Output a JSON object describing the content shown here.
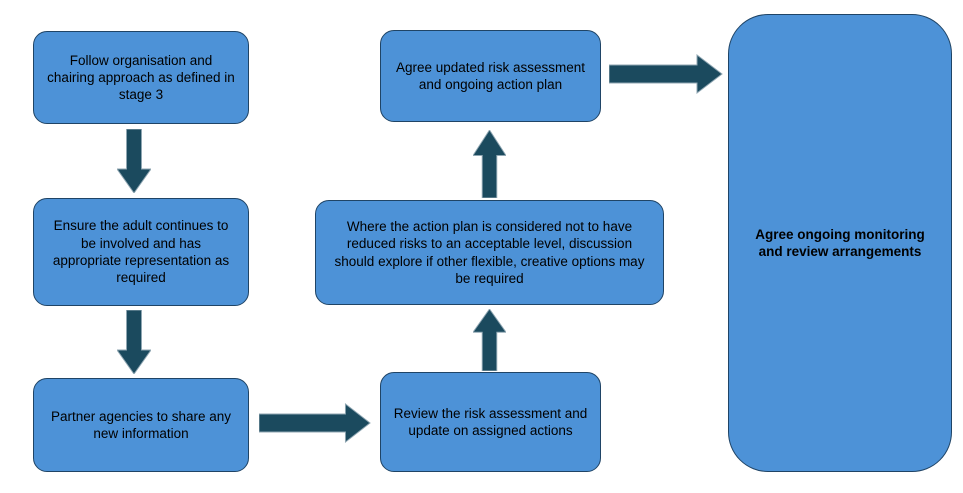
{
  "diagram": {
    "type": "flowchart",
    "colors": {
      "background": "#FFFFFF",
      "node_fill": "#4D92D7",
      "node_border": "#1F4466",
      "arrow_fill": "#1B4A5E",
      "arrow_stroke": "#8FA6B2",
      "text": "#000000"
    },
    "nodes": [
      {
        "id": "follow-organisation",
        "label": "Follow organisation and chairing approach as defined in stage 3",
        "bold": false
      },
      {
        "id": "ensure-adult-involved",
        "label": "Ensure the adult continues to be involved and has appropriate representation as required",
        "bold": false
      },
      {
        "id": "partner-agencies",
        "label": "Partner agencies to share any new information",
        "bold": false
      },
      {
        "id": "review-risk-assessment",
        "label": "Review the risk assessment and update on assigned actions",
        "bold": false
      },
      {
        "id": "action-plan-discussion",
        "label": "Where the action plan is considered not to have reduced risks to an acceptable level, discussion should explore if other flexible, creative options may be required",
        "bold": false
      },
      {
        "id": "agree-updated-risk",
        "label": "Agree updated risk assessment and ongoing action plan",
        "bold": false
      },
      {
        "id": "agree-ongoing-monitoring",
        "label": "Agree ongoing monitoring and review arrangements",
        "bold": true
      }
    ],
    "edges": [
      {
        "from": "follow-organisation",
        "to": "ensure-adult-involved",
        "direction": "down"
      },
      {
        "from": "ensure-adult-involved",
        "to": "partner-agencies",
        "direction": "down"
      },
      {
        "from": "partner-agencies",
        "to": "review-risk-assessment",
        "direction": "right"
      },
      {
        "from": "review-risk-assessment",
        "to": "action-plan-discussion",
        "direction": "up"
      },
      {
        "from": "action-plan-discussion",
        "to": "agree-updated-risk",
        "direction": "up"
      },
      {
        "from": "agree-updated-risk",
        "to": "agree-ongoing-monitoring",
        "direction": "right"
      }
    ]
  }
}
